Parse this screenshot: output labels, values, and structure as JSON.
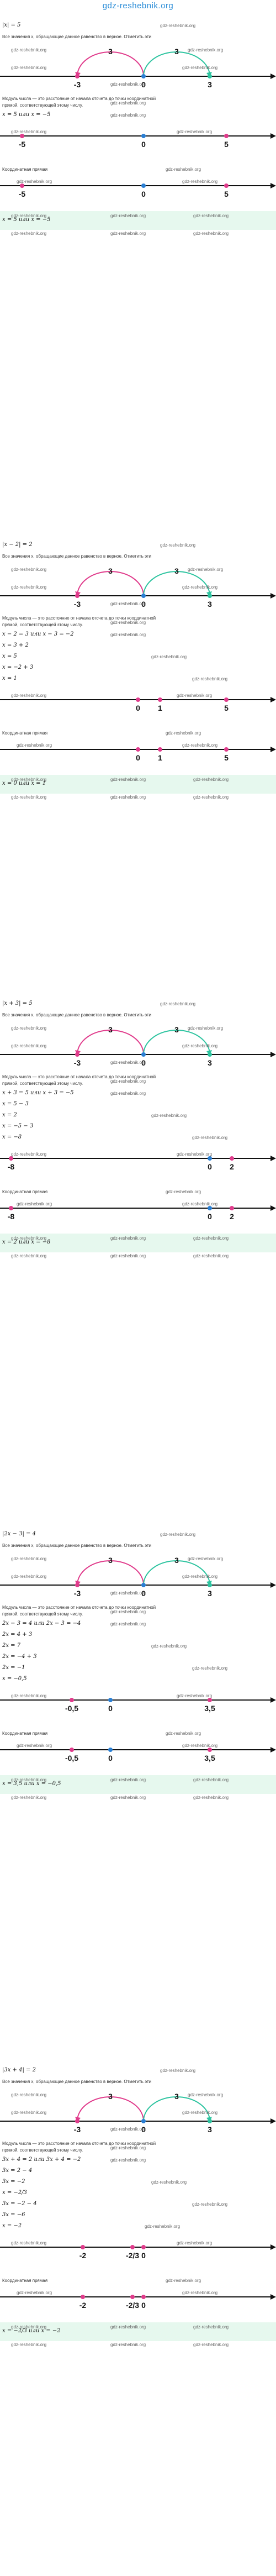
{
  "header": {
    "logo": "gdz-reshebnik.org"
  },
  "watermark": "gdz-reshebnik.org",
  "phrases": {
    "all_values": "Все значения x, обращающие данное равенство в верное. Отметить эти",
    "modulus_def": "Модуль числа — это расстояние от начала отсчета до точки координатной",
    "modulus_def2": "прямой, соответствующей этому числу.",
    "coord_line": "Координатная прямая"
  },
  "tasks": [
    {
      "id": "t1",
      "eq": "|x| = 5",
      "arc": "3",
      "labels": [
        "-3",
        "0",
        "3"
      ],
      "lines": [
        "x = 5 или x = −5"
      ],
      "axis": [
        "-5",
        "0",
        "5"
      ],
      "answer": "x = 5 или x = −5"
    },
    {
      "id": "t2",
      "eq": "|x − 2| = 2",
      "arc": "3",
      "labels": [
        "-3",
        "0",
        "3"
      ],
      "lines": [
        "x − 2 = 3 или x − 3 = −2",
        "x = 3 + 2",
        "x = 5",
        "x = −2 + 3",
        "x = 1"
      ],
      "axis": [
        "0",
        "1",
        "5"
      ],
      "answer": "x = 0 или x = 1"
    },
    {
      "id": "t3",
      "eq": "|x + 3| = 5",
      "arc": "3",
      "labels": [
        "-3",
        "0",
        "3"
      ],
      "lines": [
        "x + 3 = 5 или x + 3 = −5",
        "x = 5 − 3",
        "x = 2",
        "x = −5 − 3",
        "x = −8"
      ],
      "axis": [
        "-8",
        "0",
        "2"
      ],
      "answer": "x = 2 или x = −8"
    },
    {
      "id": "t4",
      "eq": "|2x − 3| = 4",
      "arc": "3",
      "labels": [
        "-3",
        "0",
        "3"
      ],
      "lines": [
        "2x − 3 = 4 или 2x − 3 = −4",
        "2x = 4 + 3",
        "2x = 7",
        "2x = −4 + 3",
        "2x = −1",
        "x = −0,5"
      ],
      "axis": [
        "-0,5",
        "0",
        "3,5"
      ],
      "answer": "x = 3,5 или x = −0,5"
    },
    {
      "id": "t5",
      "eq": "|3x + 4| = 2",
      "arc": "3",
      "labels": [
        "-3",
        "0",
        "3"
      ],
      "lines": [
        "3x + 4 = 2 или 3x + 4 = −2",
        "3x = 2 − 4",
        "3x = −2",
        "x = −2/3",
        "3x = −2 − 4",
        "3x = −6",
        "x = −2"
      ],
      "axis": [
        "-2",
        "-2/3",
        "0"
      ],
      "answer": "x = −2/3 или x = −2"
    }
  ]
}
